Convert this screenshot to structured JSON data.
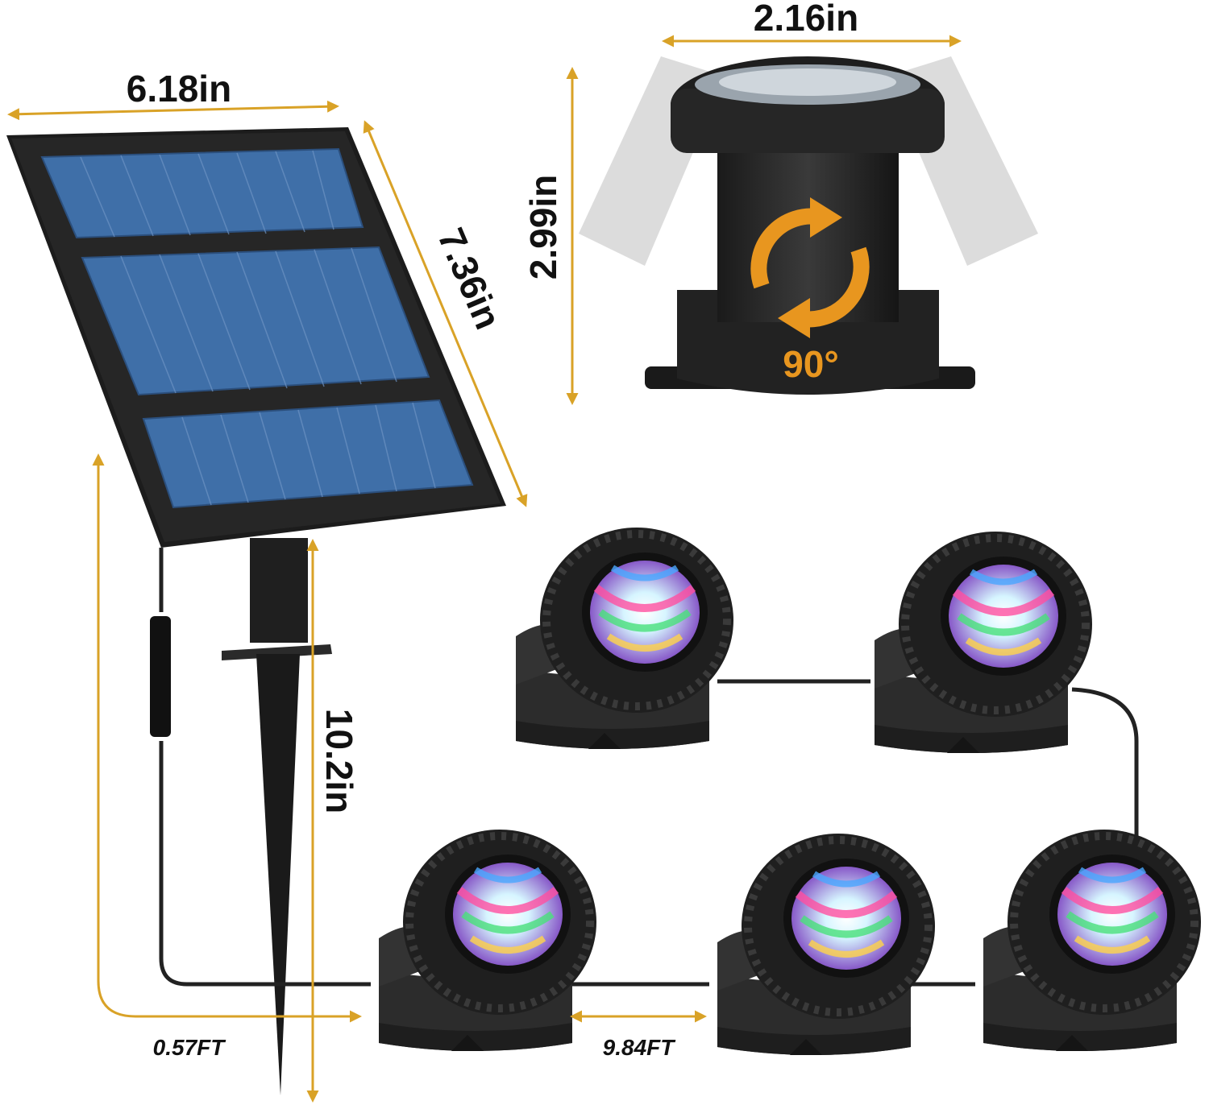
{
  "dimensions": {
    "panel_width": "6.18in",
    "panel_height": "7.36in",
    "light_width": "2.16in",
    "light_height": "2.99in",
    "stake_height": "10.2in",
    "first_cable": "0.57FT",
    "cable_between": "9.84FT"
  },
  "rotation": {
    "angle": "90°",
    "arrow_color": "#E8961F"
  },
  "colors": {
    "dimension_line": "#D9A227",
    "panel_cell": "#3F6FA8",
    "panel_frame": "#1C1C1C",
    "housing": "#2A2A2A",
    "cable": "#222222"
  },
  "icons": {
    "solar_panel": "solar-panel-icon",
    "spotlight": "spotlight-icon",
    "rotate": "rotate-arrows-icon"
  }
}
